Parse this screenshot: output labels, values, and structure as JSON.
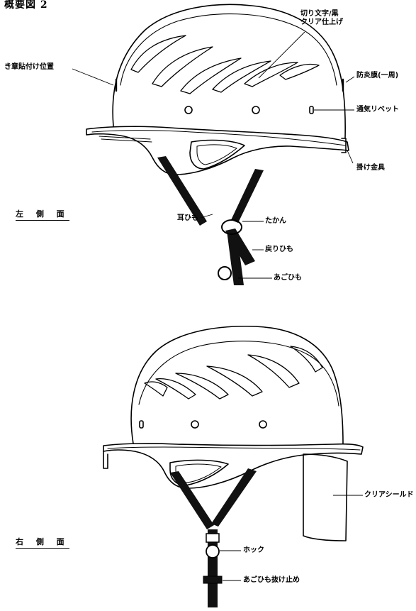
{
  "title": "概要図 2",
  "left_view": {
    "heading": "左 側 面",
    "labels": {
      "cut_letters": "切り文字/黒\nクリア仕上げ",
      "attach_position": "き章貼付け位置",
      "fire_strip": "防炎膜(一周)",
      "vent_rivet": "通気リベット",
      "hook_metal": "掛け金具",
      "ear_strap": "耳ひも",
      "ring": "たかん",
      "return_strap": "戻りひも",
      "chin_strap": "あごひも"
    }
  },
  "right_view": {
    "heading": "右 側 面",
    "labels": {
      "clear_shield": "クリアシールド",
      "hook": "ホック",
      "chin_strap_stop": "あごひも抜け止め"
    }
  },
  "colors": {
    "line": "#000000",
    "background": "#ffffff",
    "strap": "#111111"
  }
}
